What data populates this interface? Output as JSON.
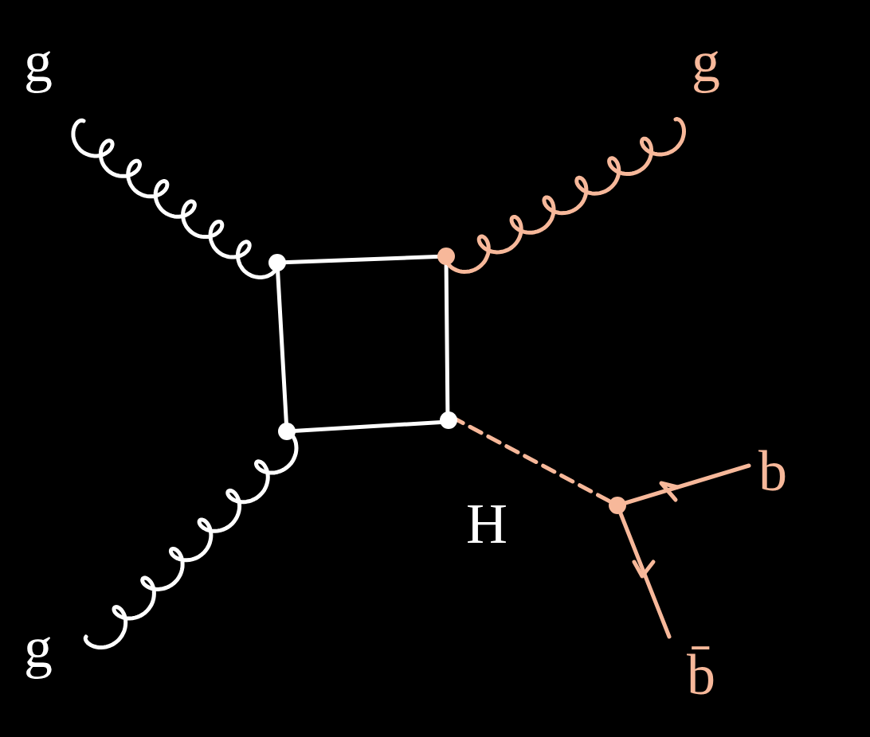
{
  "diagram": {
    "nodes": [
      {
        "text": [
          "g"
        ]
      },
      {
        "text": [
          "b",
          "b̄"
        ]
      }
    ],
    "labels": [
      "g",
      "g",
      "H"
    ]
  }
}
